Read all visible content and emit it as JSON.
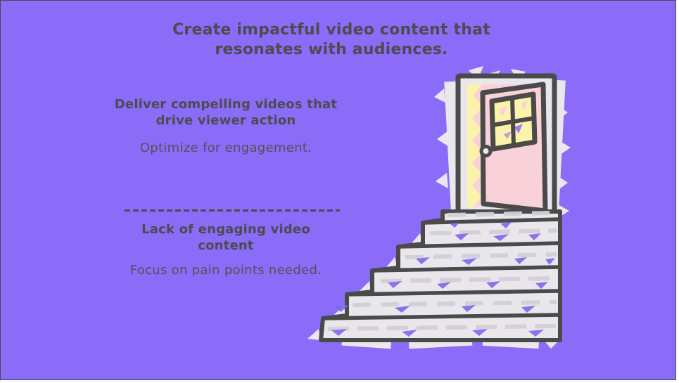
{
  "slide": {
    "title": "Create impactful video content that resonates with audiences.",
    "sections": [
      {
        "heading": "Deliver compelling videos that drive viewer action",
        "body": "Optimize for engagement."
      },
      {
        "heading": "Lack of engaging video content",
        "body": "Focus on pain points needed."
      }
    ],
    "illustration": {
      "name": "stairs-to-open-door",
      "description": "Sketch of a staircase leading up to an open pink door with light shining through"
    },
    "palette": {
      "background": "#8a6cf8",
      "text": "#4c4c4e",
      "ink_outline": "#4a4a4a",
      "door_pink": "#f9d2d9",
      "light_yellow": "#fbf2ab",
      "step_gray": "#e9e7ec",
      "shard_purple": "#8166f0"
    }
  }
}
